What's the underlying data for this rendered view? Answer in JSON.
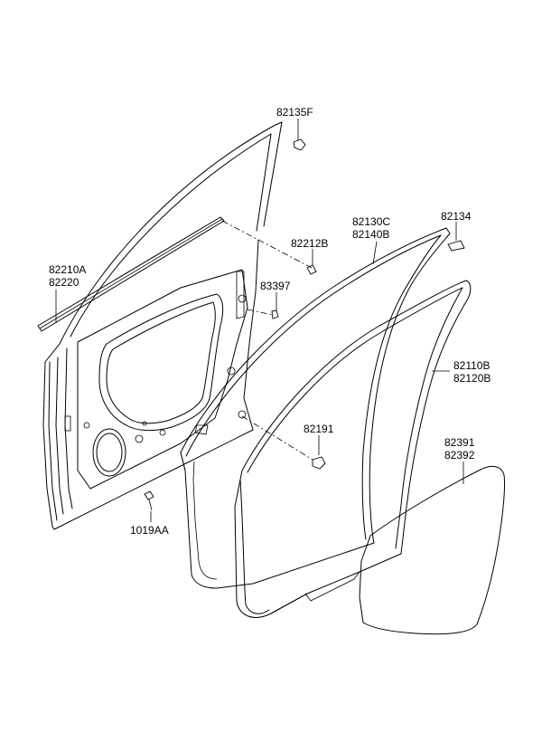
{
  "labels": {
    "p82135F": "82135F",
    "p82130C": "82130C",
    "p82140B": "82140B",
    "p82134": "82134",
    "p82212B": "82212B",
    "p82210A": "82210A",
    "p82220": "82220",
    "p83397": "83397",
    "p82110B": "82110B",
    "p82120B": "82120B",
    "p82191": "82191",
    "p82391": "82391",
    "p82392": "82392",
    "p1019AA": "1019AA"
  }
}
